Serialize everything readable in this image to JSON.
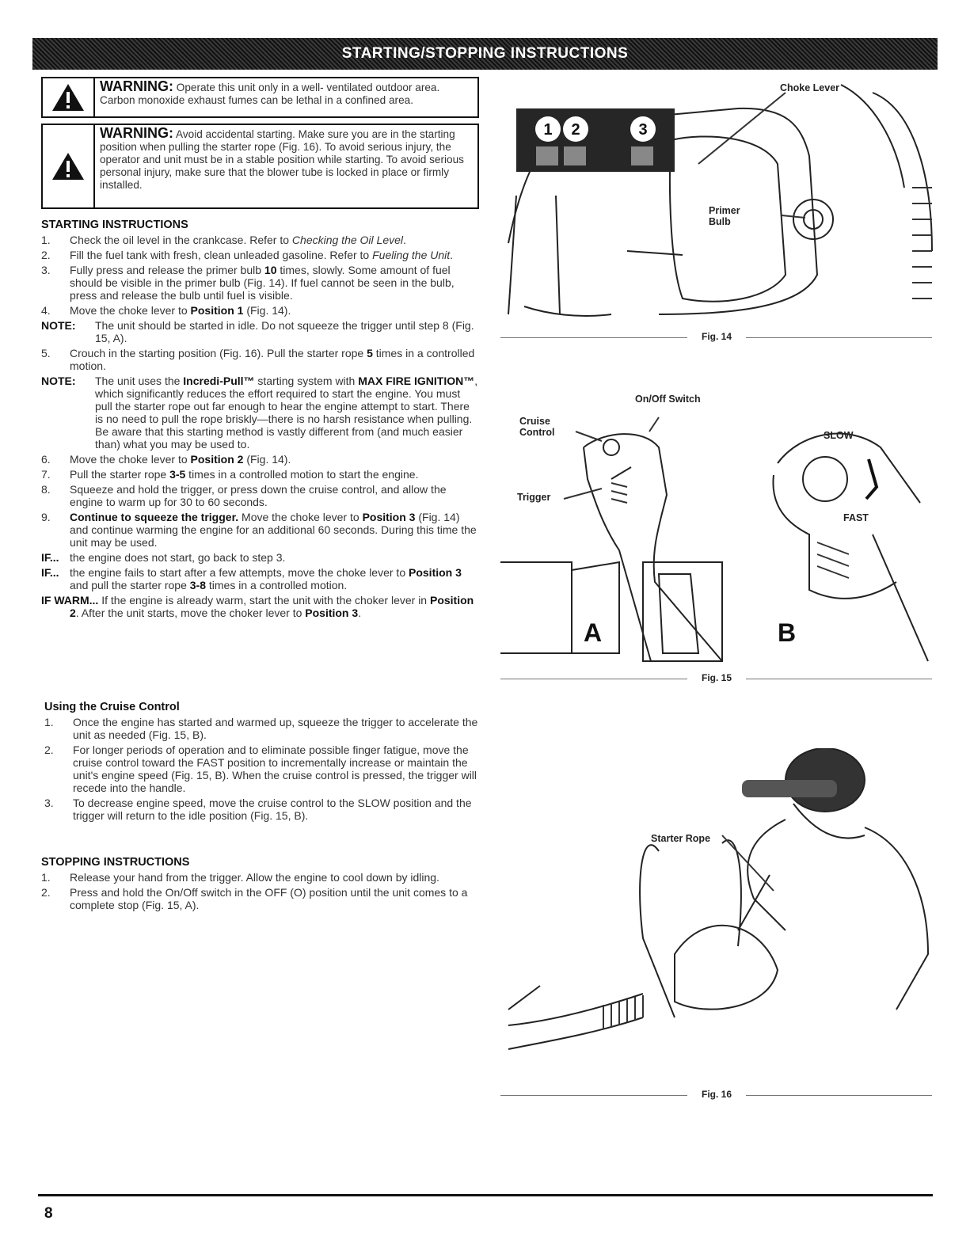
{
  "banner": "STARTING/STOPPING INSTRUCTIONS",
  "warning1": {
    "label": "WARNING:",
    "text": " Operate this unit only in a well- ventilated outdoor area. Carbon monoxide exhaust fumes can be lethal in a confined area."
  },
  "warning2": {
    "label": "WARNING:",
    "text": " Avoid accidental starting. Make sure you are in the starting position when pulling the starter rope (Fig. 16). To avoid serious injury, the operator and unit must be in a stable position while starting. To avoid serious personal injury, make sure that the blower tube is locked in place or firmly installed."
  },
  "starting": {
    "heading": "STARTING INSTRUCTIONS",
    "s1": {
      "num": "1.",
      "a": "Check the oil level in the crankcase. Refer to ",
      "i": "Checking the Oil Level",
      "b": "."
    },
    "s2": {
      "num": "2.",
      "a": "Fill the fuel tank with fresh, clean unleaded gasoline. Refer to ",
      "i": "Fueling the Unit",
      "b": "."
    },
    "s3": {
      "num": "3.",
      "a": "Fully press and release the primer bulb ",
      "bold": "10",
      "b": " times, slowly. Some amount of fuel should be visible in the primer bulb (Fig. 14). If fuel cannot be seen in the bulb, press and release the bulb until fuel is visible."
    },
    "s4": {
      "num": "4.",
      "a": "Move the choke lever to ",
      "bold": "Position 1",
      "b": " (Fig. 14)."
    },
    "note1": {
      "label": "NOTE:",
      "text": "The unit should be started in idle. Do not squeeze the trigger until step 8 (Fig. 15, A)."
    },
    "s5": {
      "num": "5.",
      "a": "Crouch in the starting position (Fig. 16). Pull the starter rope ",
      "bold": "5",
      "b": " times in a controlled motion."
    },
    "note2": {
      "label": "NOTE:",
      "a": "The unit uses the ",
      "bold1": "Incredi-Pull™",
      "b": " starting system  with ",
      "bold2": "MAX FIRE IGNITION™",
      "c": ", which significantly reduces the effort required to start the engine. You must pull the starter rope out far enough to hear the engine attempt to start. There is no need to pull the rope briskly—there is no harsh resistance when pulling. Be aware that this starting method is vastly different from (and much easier than) what you may be used to."
    },
    "s6": {
      "num": "6.",
      "a": "Move the choke lever to ",
      "bold": "Position 2",
      "b": " (Fig. 14)."
    },
    "s7": {
      "num": "7.",
      "a": "Pull the starter rope ",
      "bold": "3-5",
      "b": " times in a controlled motion to start the engine."
    },
    "s8": {
      "num": "8.",
      "text": "Squeeze and hold the trigger, or press down the cruise control, and allow the engine to warm up for 30 to 60 seconds."
    },
    "s9": {
      "num": "9.",
      "bold1": "Continue to squeeze the trigger.",
      "a": " Move the choke lever to ",
      "bold2": "Position 3",
      "b": " (Fig. 14) and continue warming the engine for an additional 60 seconds. During this time the unit may be used."
    },
    "if1": {
      "label": "IF...",
      "text": "the engine does not start, go back to step 3."
    },
    "if2": {
      "label": "IF...",
      "a": "the engine fails to start after a few attempts, move the choke lever to ",
      "bold1": "Position 3",
      "b": " and pull the starter rope ",
      "bold2": "3-8",
      "c": " times in a controlled motion."
    },
    "ifwarm": {
      "label": "IF WARM...",
      "a": " If the engine is already warm, start the unit with the choker lever in ",
      "bold1": "Position 2",
      "b": ". After the unit starts, move the choker lever to ",
      "bold2": "Position 3",
      "c": "."
    }
  },
  "cruise": {
    "heading": "Using the Cruise Control",
    "items": [
      {
        "num": "1.",
        "text": "Once the engine has started and warmed up, squeeze the trigger to accelerate the unit as needed (Fig. 15, B)."
      },
      {
        "num": "2.",
        "text": "For longer periods of operation and to eliminate possible finger fatigue, move the cruise control toward the FAST position to incrementally increase or maintain the unit's engine speed (Fig. 15, B).  When the cruise control is pressed, the trigger will recede into the handle."
      },
      {
        "num": "3.",
        "text": "To decrease engine speed, move the cruise control to the SLOW position and the trigger will return to the idle position (Fig. 15, B)."
      }
    ]
  },
  "stopping": {
    "heading": "STOPPING INSTRUCTIONS",
    "items": [
      {
        "num": "1.",
        "text": "Release your hand from the trigger. Allow the engine to cool down by idling."
      },
      {
        "num": "2.",
        "text": "Press and hold the On/Off switch in the OFF (O) position until the unit comes to a complete stop (Fig. 15, A)."
      }
    ]
  },
  "fig14": {
    "caption": "Fig. 14",
    "choke_lever": "Choke Lever",
    "primer_bulb": "Primer Bulb",
    "positions": [
      "1",
      "2",
      "3"
    ]
  },
  "fig15": {
    "caption": "Fig. 15",
    "on_off": "On/Off Switch",
    "cruise": "Cruise Control",
    "trigger": "Trigger",
    "slow": "SLOW",
    "fast": "FAST",
    "a": "A",
    "b": "B"
  },
  "fig16": {
    "caption": "Fig. 16",
    "starter_rope": "Starter Rope"
  },
  "page_number": "8"
}
